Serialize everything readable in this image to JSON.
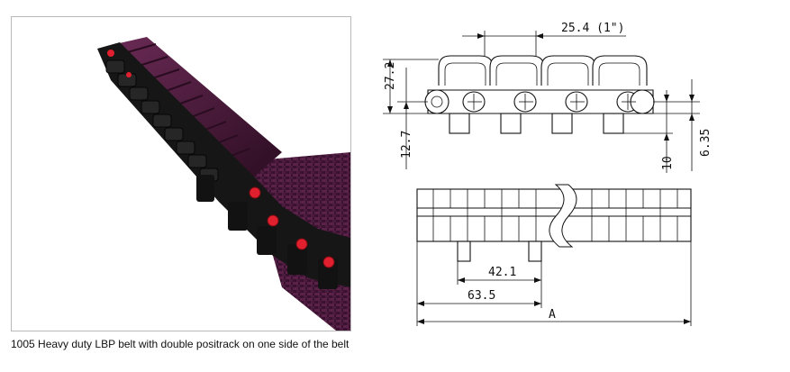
{
  "caption": "1005 Heavy duty LBP belt with double positrack on one side of the belt",
  "dimensions": {
    "pitch": "25.4 (1\")",
    "height": "27.2",
    "offset": "12.7",
    "tab_height": "10",
    "tab_offset": "6.35",
    "spacing": "42.1",
    "edge_distance": "63.5",
    "width": "A"
  },
  "colors": {
    "belt_purple": "#4a1838",
    "belt_dark": "#1a1a1a",
    "positrack_red": "#e0202e"
  }
}
